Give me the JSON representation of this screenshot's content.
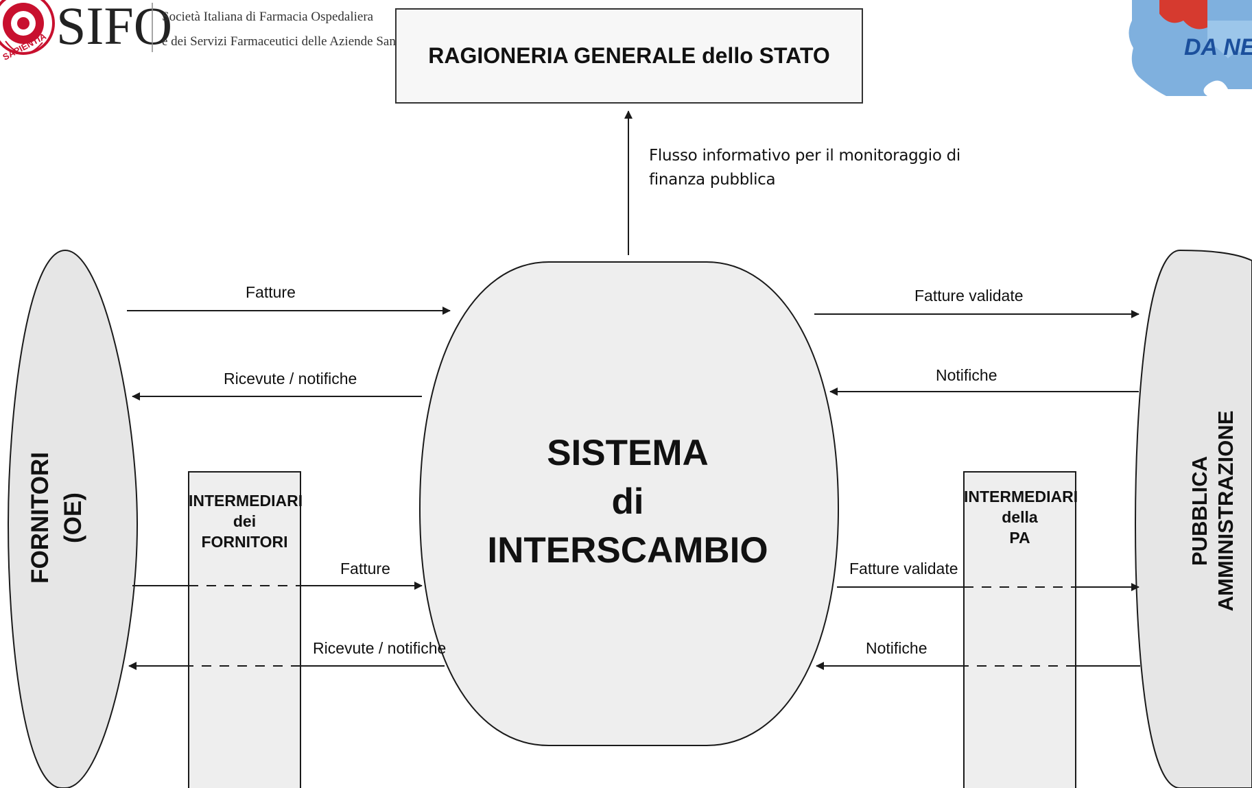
{
  "header": {
    "logo_word": "SIFO",
    "seal_text": "SAPIENTIA",
    "org_line1": "Società Italiana di Farmacia Ospedaliera",
    "org_line2": "e dei Servizi Farmaceutici delle Aziende Sanitarie",
    "corner_logo_text": "DA NE"
  },
  "diagram": {
    "top_box": "RAGIONERIA GENERALE dello STATO",
    "top_flow_note_line1": "Flusso informativo per il monitoraggio di",
    "top_flow_note_line2": "finanza pubblica",
    "center": {
      "line1": "SISTEMA",
      "line2": "di",
      "line3": "INTERSCAMBIO"
    },
    "left_entity": {
      "line1": "FORNITORI",
      "line2": "(OE)"
    },
    "right_entity": {
      "line1": "PUBBLICA",
      "line2": "AMMINISTRAZIONE"
    },
    "left_intermediary": {
      "line1": "INTERMEDIARI",
      "line2": "dei",
      "line3": "FORNITORI"
    },
    "right_intermediary": {
      "line1": "INTERMEDIARI",
      "line2": "della",
      "line3": "PA"
    },
    "flows": {
      "left_top_out": "Fatture",
      "left_top_back": "Ricevute / notifiche",
      "left_bottom_out": "Fatture",
      "left_bottom_back": "Ricevute / notifiche",
      "right_top_out": "Fatture validate",
      "right_top_back": "Notifiche",
      "right_bottom_out": "Fatture validate",
      "right_bottom_back": "Notifiche"
    }
  },
  "colors": {
    "shape_fill": "#e6e6e6",
    "line": "#1a1a1a",
    "sifo_red": "#c8102e",
    "puzzle_blue": "#6fa3d8"
  }
}
